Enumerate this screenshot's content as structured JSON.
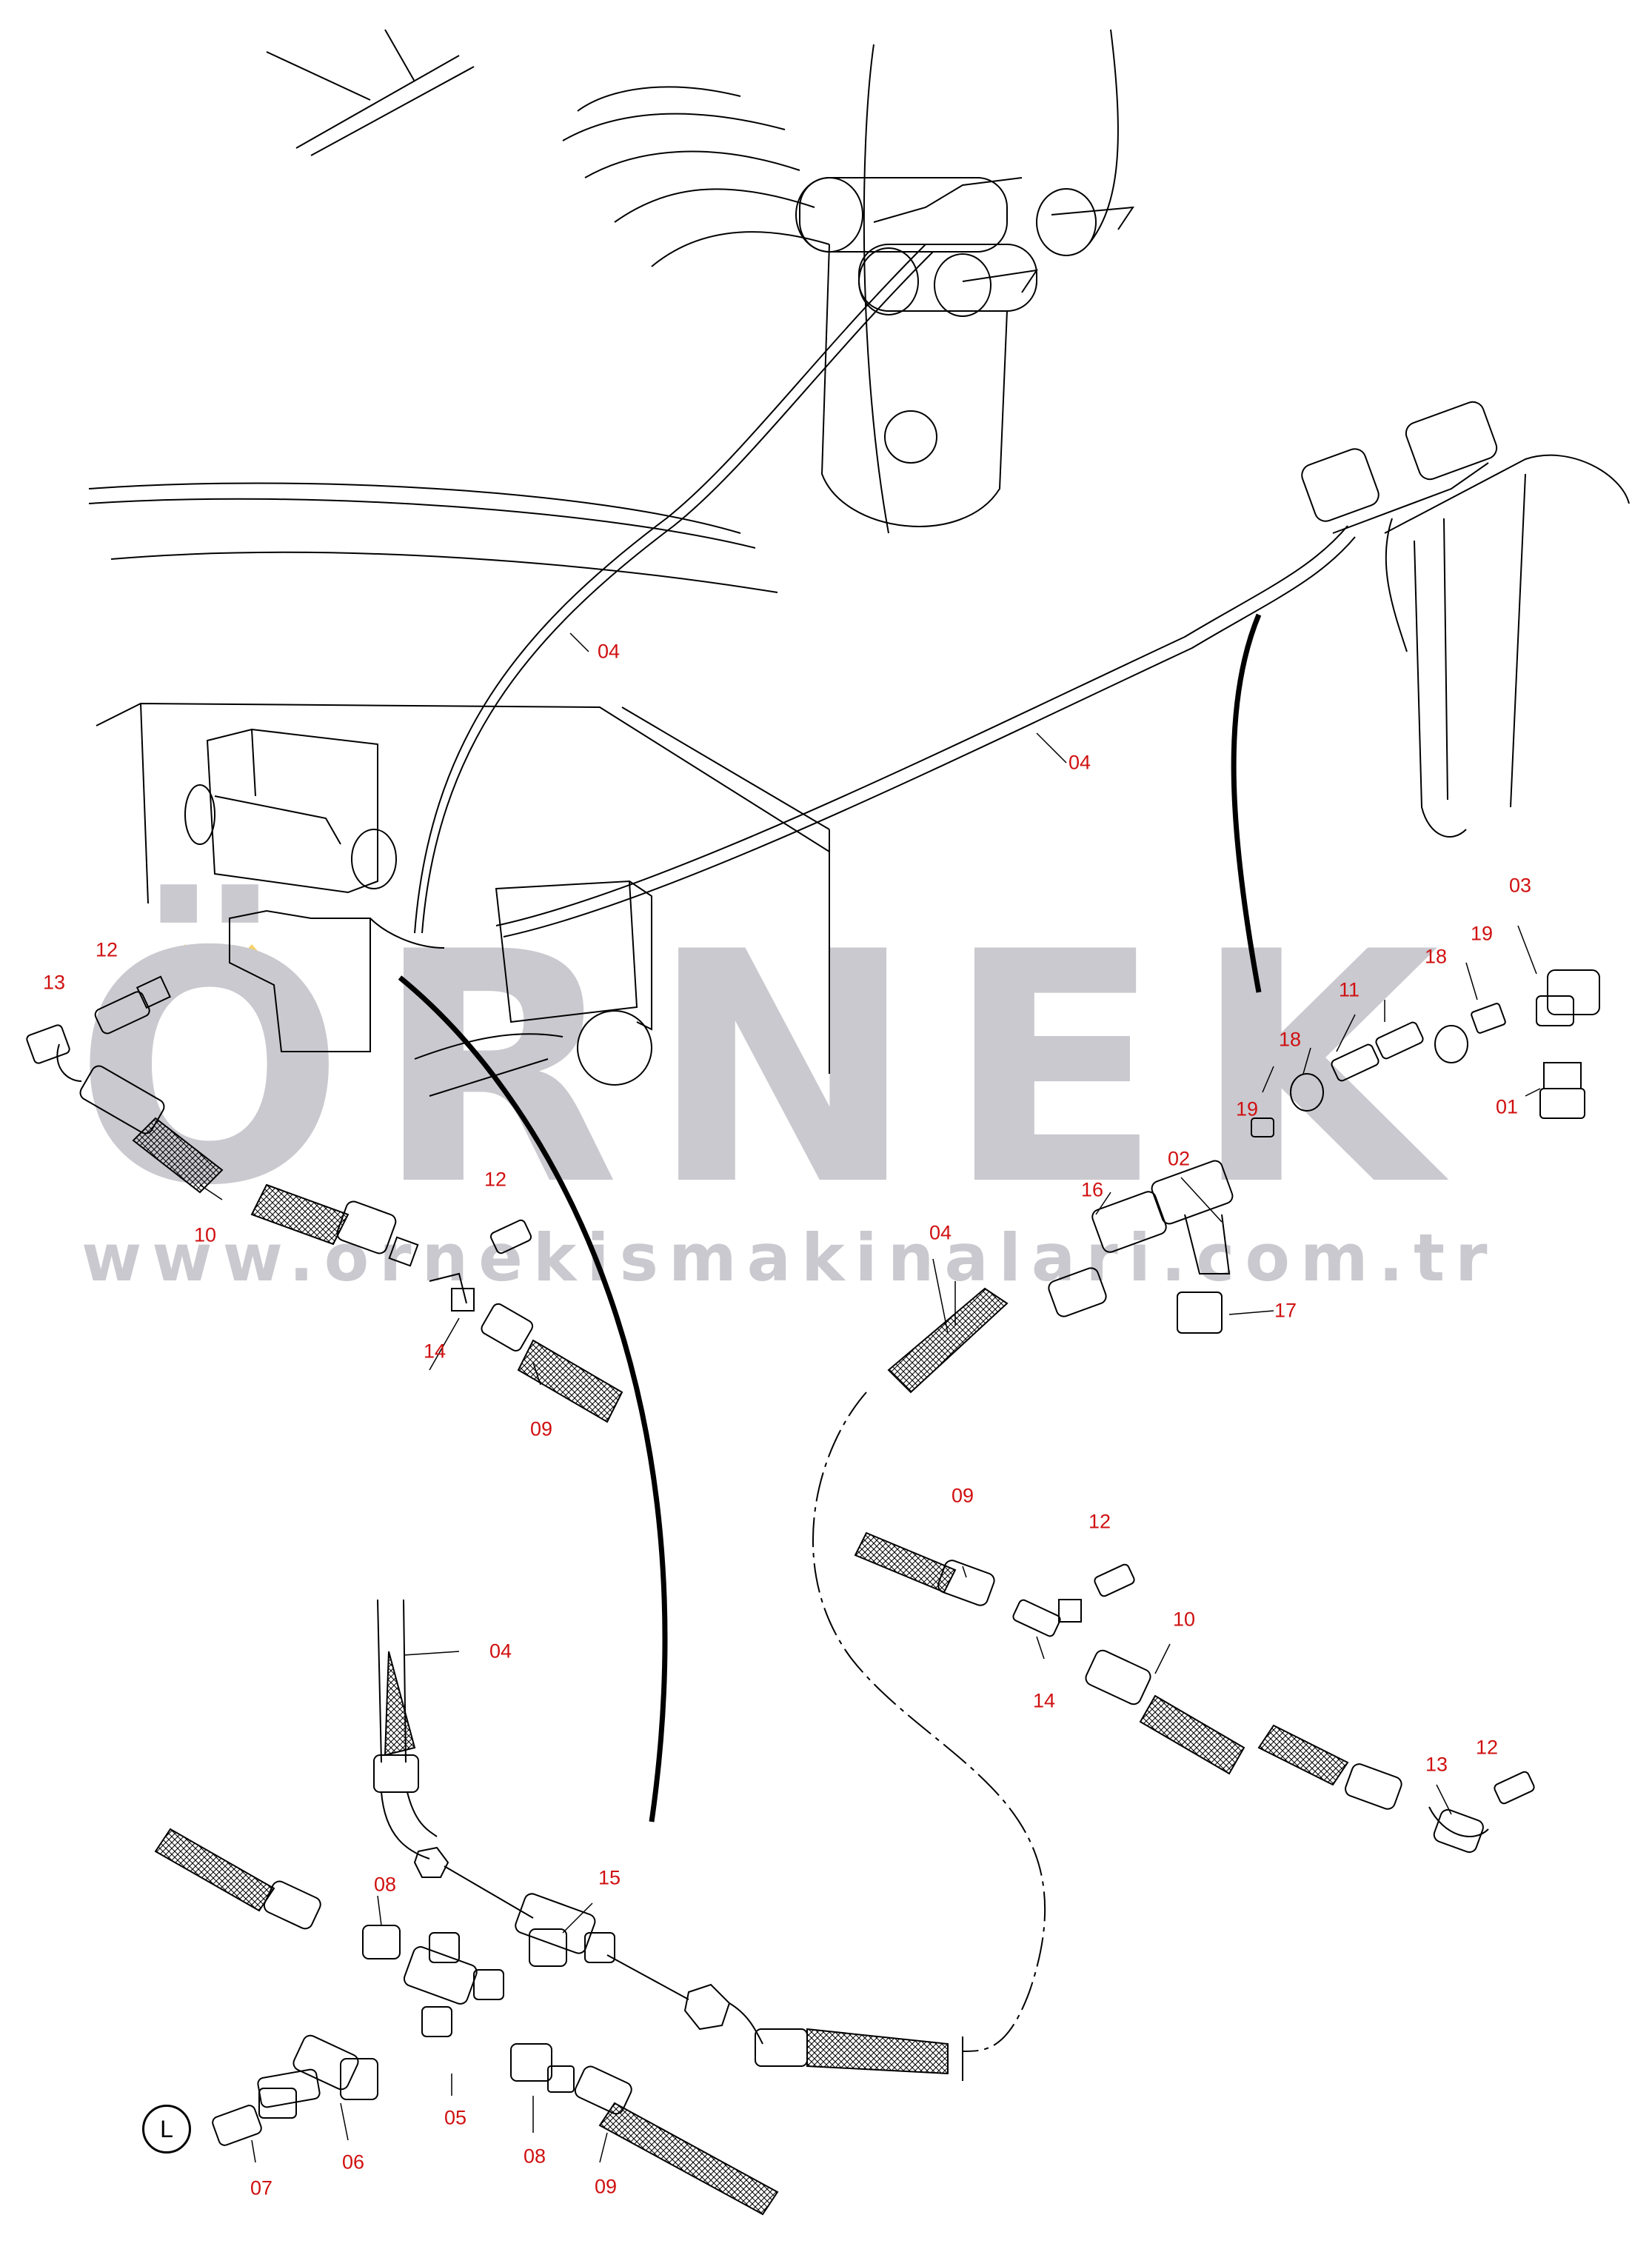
{
  "watermark": {
    "title": "ÖRNEK",
    "url": "www.ornekismakinalari.com.tr",
    "accent_color": "#f5d36a",
    "text_color": "#c9c9cf"
  },
  "view_label": "L",
  "label_color": "#d01010",
  "callouts": {
    "c01": "01",
    "c02": "02",
    "c03": "03",
    "c04a": "04",
    "c04b": "04",
    "c04c": "04",
    "c04d": "04",
    "c05": "05",
    "c06": "06",
    "c07": "07",
    "c08a": "08",
    "c08b": "08",
    "c09a": "09",
    "c09b": "09",
    "c09c": "09",
    "c10a": "10",
    "c10b": "10",
    "c11": "11",
    "c12a": "12",
    "c12b": "12",
    "c12c": "12",
    "c12d": "12",
    "c13a": "13",
    "c13b": "13",
    "c14a": "14",
    "c14b": "14",
    "c15": "15",
    "c16": "16",
    "c17": "17",
    "c18a": "18",
    "c18b": "18",
    "c19a": "19",
    "c19b": "19"
  }
}
